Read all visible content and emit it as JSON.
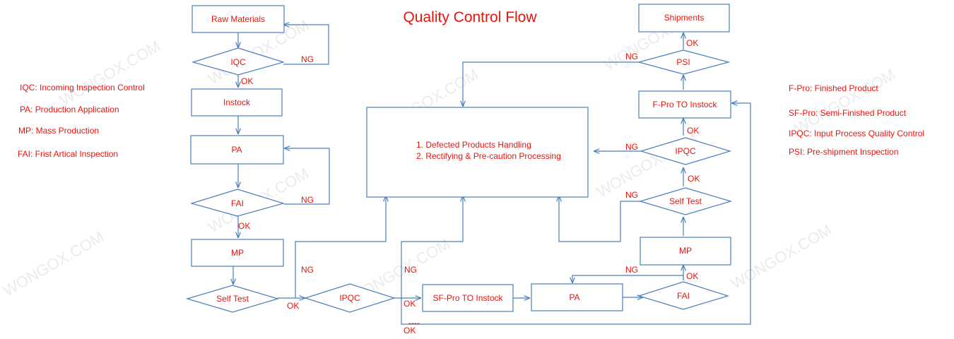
{
  "title": "Quality Control Flow",
  "watermark": "WONGOX.COM",
  "nodes": {
    "raw_materials": "Raw Materials",
    "iqc": "IQC",
    "instock": "Instock",
    "pa_left": "PA",
    "fai_left": "FAI",
    "mp_left": "MP",
    "self_test_left": "Self Test",
    "ipqc_bottom": "IPQC",
    "sf_pro_instock": "SF-Pro TO Instock",
    "pa_bottom": "PA",
    "fai_right": "FAI",
    "mp_right": "MP",
    "self_test_right": "Self Test",
    "ipqc_right": "IPQC",
    "f_pro_instock": "F-Pro TO Instock",
    "psi": "PSI",
    "shipments": "Shipments",
    "handling_line1": "1. Defected Products Handling",
    "handling_line2": "2. Rectifying & Pre-caution Processing"
  },
  "edge_labels": {
    "ok": "OK",
    "ng": "NG",
    "dots": "----"
  },
  "legend_left": [
    "IQC: Incoming Inspection Control",
    "PA: Production Application",
    "MP: Mass Production",
    "FAI: Frist Artical Inspection"
  ],
  "legend_right": [
    "F-Pro: Finished Product",
    "SF-Pro: Semi-Finished Product",
    "IPQC: Input Process Quality Control",
    "PSI: Pre-shipment Inspection"
  ],
  "colors": {
    "accent": "#e8140c",
    "line": "#4a7ebb",
    "watermark": "#d9d9d9"
  }
}
